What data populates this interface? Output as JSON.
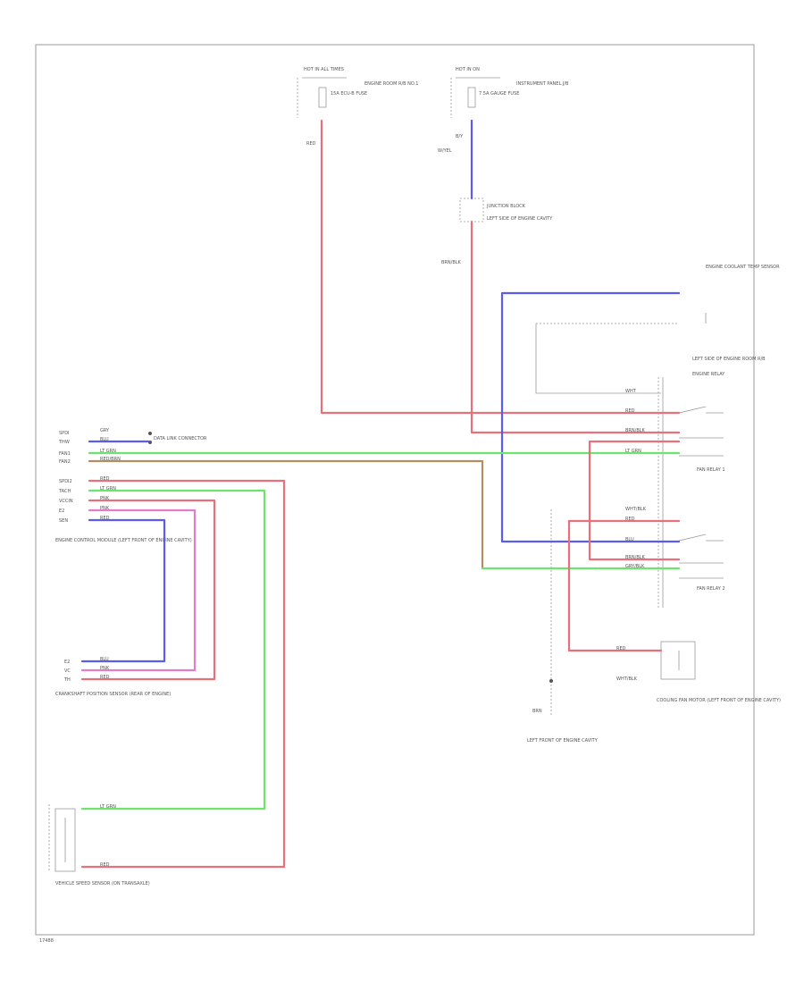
{
  "diagram": {
    "footer_code": "17488",
    "colors": {
      "red": "#e8707a",
      "pink": "#e07ec8",
      "green": "#6de46d",
      "blue": "#5b5bf0",
      "brown": "#b09060",
      "frame": "#9a9a9a"
    },
    "top_fuse_left": {
      "header": "HOT IN ALL TIMES",
      "fuse": "15A ECU-B FUSE",
      "location": "ENGINE ROOM R/B NO.1",
      "wire": "RED"
    },
    "top_fuse_right": {
      "header": "HOT IN ON",
      "fuse": "7.5A GAUGE FUSE",
      "location": "INSTRUMENT PANEL J/B",
      "wire_top": "B/Y",
      "wire_color": "W/YEL"
    },
    "junction": {
      "label": "JUNCTION BLOCK",
      "sub": "LEFT SIDE OF ENGINE CAVITY",
      "wire": "BRN/BLK"
    },
    "relay_box": {
      "title": "LEFT SIDE OF ENGINE ROOM R/B",
      "sub": "ENGINE RELAY"
    },
    "sensor_top": {
      "label": "ENGINE COOLANT TEMP SENSOR"
    },
    "ecm": {
      "pins": [
        "SPDI",
        "THW",
        "FAN1",
        "FAN2",
        "SPDI2",
        "TACH",
        "VCCIN",
        "E2",
        "SEN"
      ],
      "wires": [
        "GRY",
        "BLU",
        "LT GRN",
        "RED/BRN",
        "RED",
        "LT GRN",
        "PNK",
        "PNK",
        "RED"
      ],
      "label": "ENGINE CONTROL MODULE (LEFT FRONT OF ENGINE CAVITY)"
    },
    "data_link": {
      "label": "DATA LINK CONNECTOR"
    },
    "rpm_sensor": {
      "pins": [
        "E2",
        "VC",
        "TH"
      ],
      "wires": [
        "BLU",
        "PNK",
        "RED"
      ],
      "label": "CRANKSHAFT POSITION SENSOR (REAR OF ENGINE)"
    },
    "fan_relay_1": {
      "wires": [
        "WHT",
        "RED",
        "BRN/BLK",
        "LT GRN"
      ],
      "label": "FAN RELAY 1"
    },
    "fan_relay_2": {
      "wires": [
        "WHT/BLK",
        "RED",
        "BLU",
        "BRN/BLK",
        "GRY/BLK"
      ],
      "label": "FAN RELAY 2"
    },
    "cooling_fan": {
      "wires": [
        "RED",
        "WHT/BLK"
      ],
      "label": "COOLING FAN MOTOR (LEFT FRONT OF ENGINE CAVITY)"
    },
    "ground": {
      "wire": "BRN",
      "label": "LEFT FRONT OF ENGINE CAVITY"
    },
    "speed_sensor": {
      "wires": [
        "LT GRN",
        "RED"
      ],
      "label": "VEHICLE SPEED SENSOR (ON TRANSAXLE)"
    }
  }
}
